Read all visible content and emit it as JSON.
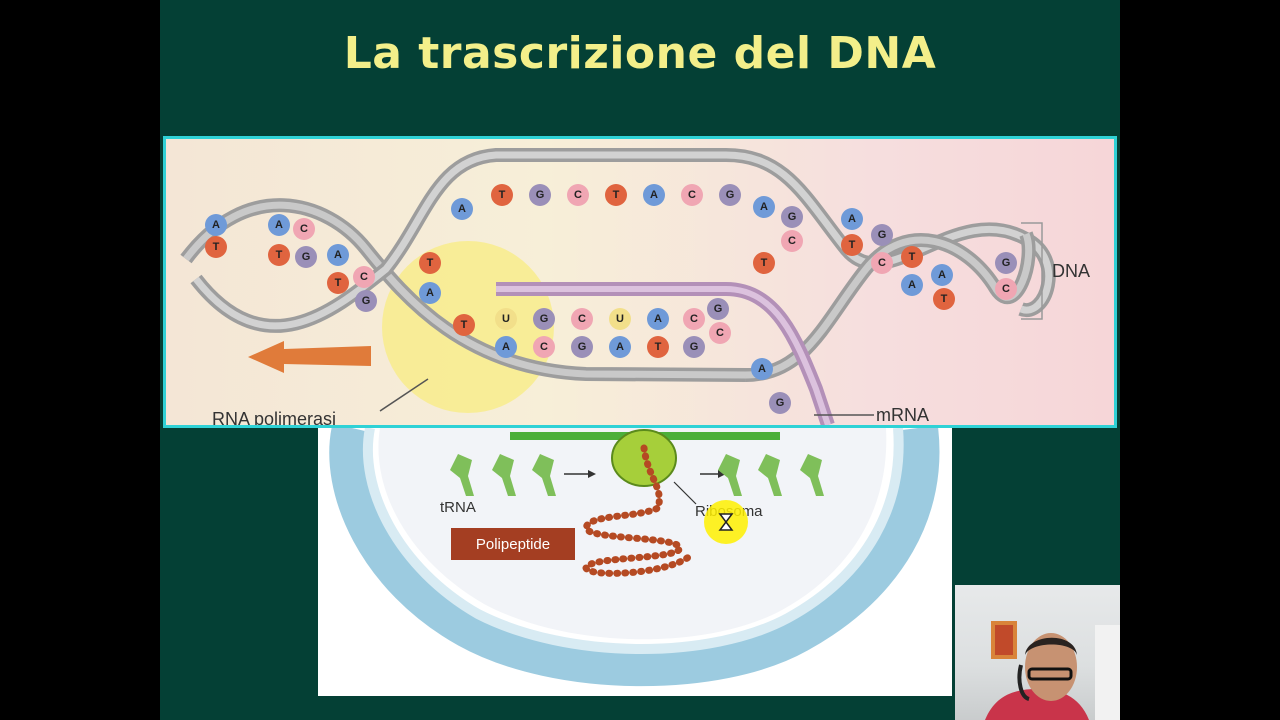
{
  "slide": {
    "title": "La trascrizione del DNA"
  },
  "diagram": {
    "labels": {
      "dna": "DNA",
      "rna_polymerase": "RNA polimerasi",
      "mrna": "mRNA",
      "trna": "tRNA",
      "ribosome": "Ribosoma",
      "polypeptide": "Polipeptide"
    },
    "top_strand_bases": [
      "A",
      "T",
      "G",
      "C",
      "T",
      "A",
      "C",
      "G",
      "A"
    ],
    "rna_bases": [
      "U",
      "G",
      "C",
      "U",
      "A",
      "C"
    ],
    "template_bases": [
      "A",
      "C",
      "G",
      "A",
      "T",
      "G"
    ],
    "colors": {
      "A": "#6f9ad8",
      "T": "#e0643f",
      "G": "#9a8fb8",
      "C": "#f0a6b3",
      "U": "#f2df8a",
      "background": "#044035",
      "title": "#f3ef8a",
      "frame": "#2fd2d6",
      "polypeptide": "#a43e22"
    }
  },
  "icons": {
    "cursor": "hourglass-icon"
  }
}
